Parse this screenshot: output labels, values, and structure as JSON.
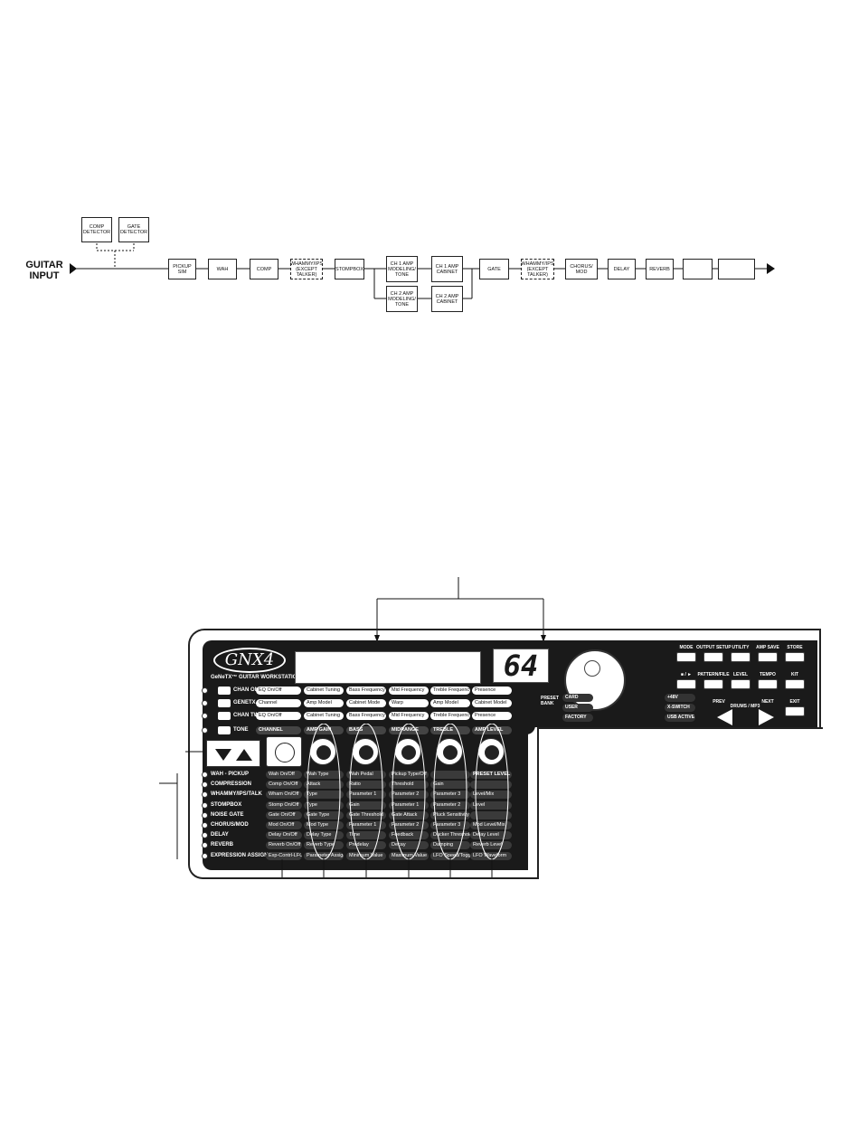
{
  "signal_chain": {
    "input_label": "GUITAR INPUT",
    "detectors": [
      "COMP DETECTOR",
      "GATE DETECTOR"
    ],
    "blocks": [
      "PICKUP SIM",
      "WAH",
      "COMP",
      "WHAMMY/IPS (except TALKER)",
      "STOMPBOX"
    ],
    "ch1_amp": "CH 1 AMP MODELING/ TONE",
    "ch1_cab": "CH 1 AMP CABINET",
    "ch2_amp": "CH 2 AMP MODELING/ TONE",
    "ch2_cab": "CH 2 AMP CABINET",
    "post_blocks": [
      "GATE",
      "WHAMMY/IPS (except TALKER)",
      "CHORUS/ MOD",
      "DELAY",
      "REVERB",
      "",
      ""
    ]
  },
  "device": {
    "logo": "GNX4",
    "subtitle": "GeNeTX™ GUITAR WORKSTATION",
    "display_number": "64",
    "top_rows": [
      {
        "label": "CHAN ONE EQ",
        "params": [
          "EQ On/Off",
          "Cabinet Tuning",
          "Bass Frequency",
          "Mid Frequency",
          "Treble Frequency",
          "Presence"
        ]
      },
      {
        "label": "GENETX",
        "params": [
          "Channel",
          "Amp Model",
          "Cabinet Mode",
          "Warp",
          "Amp Model",
          "Cabinet Model"
        ]
      },
      {
        "label": "CHAN TWO EQ",
        "params": [
          "EQ On/Off",
          "Cabinet Tuning",
          "Bass Frequency",
          "Mid Frequency",
          "Treble Frequency",
          "Presence"
        ]
      }
    ],
    "tone_row": {
      "label": "TONE",
      "headers": [
        "CHANNEL",
        "AMP GAIN",
        "BASS",
        "MIDRANGE",
        "TREBLE",
        "AMP LEVEL"
      ]
    },
    "effect_rows": [
      {
        "label": "WAH - PICKUP",
        "params": [
          "Wah On/Off",
          "Wah Type",
          "Wah Pedal",
          "Pickup Type/Off",
          "",
          "PRESET LEVEL"
        ]
      },
      {
        "label": "COMPRESSION",
        "params": [
          "Comp On/Off",
          "Attack",
          "Ratio",
          "Threshold",
          "Gain",
          ""
        ]
      },
      {
        "label": "WHAMMY/IPS/TALK",
        "params": [
          "Wham On/Off",
          "Type",
          "Parameter 1",
          "Parameter 2",
          "Parameter 3",
          "Level/Mix"
        ]
      },
      {
        "label": "STOMPBOX",
        "params": [
          "Stomp On/Off",
          "Type",
          "Gain",
          "Parameter 1",
          "Parameter 2",
          "Level"
        ]
      },
      {
        "label": "NOISE GATE",
        "params": [
          "Gate On/Off",
          "Gate Type",
          "Gate Threshold",
          "Gate Attack",
          "Pluck Sensitivity",
          ""
        ]
      },
      {
        "label": "CHORUS/MOD",
        "params": [
          "Mod On/Off",
          "Mod Type",
          "Parameter 1",
          "Parameter 2",
          "Parameter 3",
          "Mod Level/Mix"
        ]
      },
      {
        "label": "DELAY",
        "params": [
          "Delay On/Off",
          "Delay Type",
          "Time",
          "Feedback",
          "Ducker Threshold",
          "Delay Level"
        ]
      },
      {
        "label": "REVERB",
        "params": [
          "Reverb On/Off",
          "Reverb Type",
          "Predelay",
          "Decay",
          "Damping",
          "Reverb Level"
        ]
      },
      {
        "label": "EXPRESSION ASSIGN",
        "params": [
          "Exp-Contrl-LFO",
          "Parameter Assign",
          "Minimum Value",
          "Maximum Value",
          "LFO Speed/Toggle",
          "LFO Waveform"
        ]
      }
    ],
    "preset_bank": {
      "label": "PRESET BANK",
      "options": [
        "CARD",
        "USER",
        "FACTORY"
      ]
    },
    "side_leds": [
      "+48V",
      "X-SWITCH",
      "USB ACTIVE"
    ],
    "buttons_row1": [
      "MODE",
      "OUTPUT SETUP",
      "UTILITY",
      "AMP SAVE",
      "STORE"
    ],
    "buttons_row2": [
      "■ / ►",
      "PATTERN/FILE",
      "LEVEL",
      "TEMPO",
      "KIT"
    ],
    "nav": {
      "prev": "PREV",
      "center": "DRUMS / MP3",
      "next": "NEXT",
      "exit": "EXIT"
    }
  }
}
